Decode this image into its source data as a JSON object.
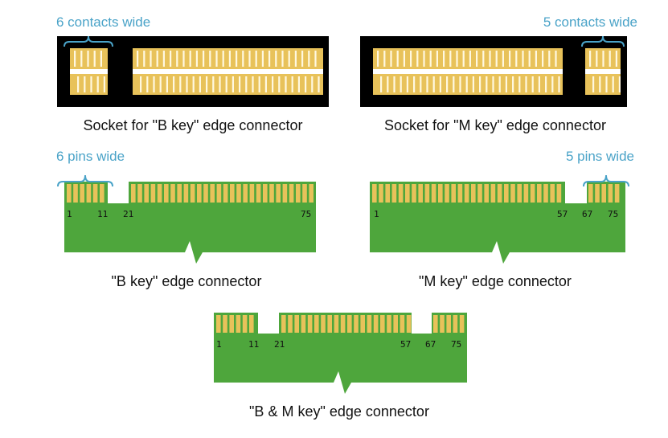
{
  "colors": {
    "gold": "#e8c25a",
    "green": "#4ea63c",
    "socket": "#000000",
    "accent": "#4aa3c8"
  },
  "socket_b": {
    "label": "6 contacts wide",
    "caption": "Socket for \"B key\" edge connector"
  },
  "socket_m": {
    "label": "5 contacts wide",
    "caption": "Socket for \"M key\" edge connector"
  },
  "edge_b": {
    "label": "6 pins wide",
    "caption": "\"B key\" edge connector",
    "pins": [
      "1",
      "11",
      "21",
      "75"
    ]
  },
  "edge_m": {
    "label": "5 pins wide",
    "caption": "\"M key\" edge connector",
    "pins": [
      "1",
      "57",
      "67",
      "75"
    ]
  },
  "edge_bm": {
    "caption": "\"B & M key\" edge connector",
    "pins": [
      "1",
      "11",
      "21",
      "57",
      "67",
      "75"
    ]
  }
}
